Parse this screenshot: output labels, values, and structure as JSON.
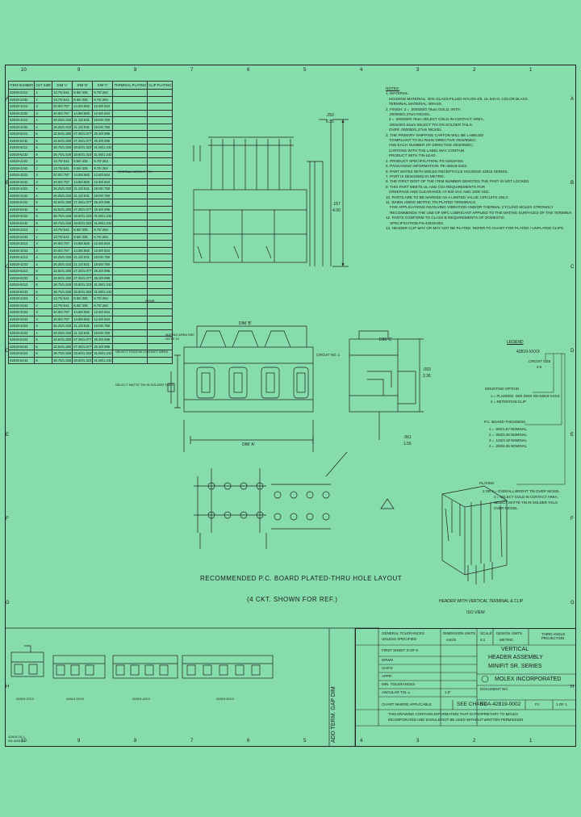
{
  "zones": {
    "top": [
      "10",
      "9",
      "8",
      "7",
      "6",
      "5",
      "4",
      "3",
      "2",
      "1"
    ],
    "side": [
      "A",
      "B",
      "C",
      "D",
      "E",
      "F",
      "G",
      "H"
    ]
  },
  "table": {
    "headers": [
      "ITEM NUMBER",
      "CKT SIZE",
      "DIM 'A'",
      "DIM 'B'",
      "DIM 'C'",
      "TERMINAL PLATING",
      "CLIP PLATING"
    ],
    "rows": [
      [
        "42819-2212",
        "2",
        "13.75/.541",
        "8.50/.335",
        "6.70/.264"
      ],
      [
        "42819-2232",
        "2",
        "13.75/.541",
        "8.50/.335",
        "6.70/.264"
      ],
      [
        "42819-3212",
        "3",
        "20.00/.787",
        "14.85/.583",
        "12.80/.504"
      ],
      [
        "42819-3232",
        "3",
        "20.00/.787",
        "14.85/.583",
        "12.80/.504"
      ],
      [
        "42819-4212",
        "4",
        "26.25/1.033",
        "21.10/.831",
        "19.05/.750"
      ],
      [
        "42819-4232",
        "4",
        "26.25/1.033",
        "21.10/.831",
        "19.05/.750"
      ],
      [
        "42819-5212",
        "5",
        "32.50/1.280",
        "27.35/1.077",
        "25.30/.996"
      ],
      [
        "42819-5232",
        "5",
        "32.50/1.280",
        "27.35/1.077",
        "25.30/.996"
      ],
      [
        "42819-6212",
        "6",
        "38.75/1.526",
        "33.60/1.323",
        "31.55/1.242"
      ],
      [
        "42819-6232",
        "6",
        "38.75/1.526",
        "33.60/1.323",
        "31.55/1.242"
      ],
      [
        "42819-2222",
        "2",
        "13.75/.541",
        "8.50/.335",
        "6.70/.264"
      ],
      [
        "42819-2242",
        "2",
        "13.75/.541",
        "8.50/.335",
        "6.70/.264"
      ],
      [
        "42819-3222",
        "3",
        "20.00/.787",
        "14.85/.583",
        "12.80/.504"
      ],
      [
        "42819-3242",
        "3",
        "20.00/.787",
        "14.85/.583",
        "12.80/.504"
      ],
      [
        "42819-4222",
        "4",
        "26.25/1.033",
        "21.10/.831",
        "19.05/.750"
      ],
      [
        "42819-4242",
        "4",
        "26.25/1.033",
        "21.10/.831",
        "19.05/.750"
      ],
      [
        "42819-5222",
        "5",
        "32.50/1.280",
        "27.35/1.077",
        "25.30/.996"
      ],
      [
        "42819-5242",
        "5",
        "32.50/1.280",
        "27.35/1.077",
        "25.30/.996"
      ],
      [
        "42819-6222",
        "6",
        "38.75/1.526",
        "33.60/1.323",
        "31.55/1.242"
      ],
      [
        "42819-6242",
        "6",
        "38.75/1.526",
        "33.60/1.323",
        "31.55/1.242"
      ],
      [
        "42819-2213",
        "2",
        "13.75/.541",
        "8.50/.335",
        "6.70/.264"
      ],
      [
        "42819-2233",
        "2",
        "13.75/.541",
        "8.50/.335",
        "6.70/.264"
      ],
      [
        "42819-3213",
        "3",
        "20.00/.787",
        "14.85/.583",
        "12.80/.504"
      ],
      [
        "42819-3233",
        "3",
        "20.00/.787",
        "14.85/.583",
        "12.80/.504"
      ],
      [
        "42819-4213",
        "4",
        "26.25/1.033",
        "21.10/.831",
        "19.05/.750"
      ],
      [
        "42819-4233",
        "4",
        "26.25/1.033",
        "21.10/.831",
        "19.05/.750"
      ],
      [
        "42819-5213",
        "5",
        "32.50/1.280",
        "27.35/1.077",
        "25.30/.996"
      ],
      [
        "42819-5233",
        "5",
        "32.50/1.280",
        "27.35/1.077",
        "25.30/.996"
      ],
      [
        "42819-6213",
        "6",
        "38.75/1.526",
        "33.60/1.323",
        "31.55/1.242"
      ],
      [
        "42819-6233",
        "6",
        "38.75/1.526",
        "33.60/1.323",
        "31.55/1.242"
      ],
      [
        "42819-2223",
        "2",
        "13.75/.541",
        "8.50/.335",
        "6.70/.264"
      ],
      [
        "42819-2243",
        "2",
        "13.75/.541",
        "8.50/.335",
        "6.70/.264"
      ],
      [
        "42819-3223",
        "3",
        "20.00/.787",
        "14.85/.583",
        "12.80/.504"
      ],
      [
        "42819-3243",
        "3",
        "20.00/.787",
        "14.85/.583",
        "12.80/.504"
      ],
      [
        "42819-4223",
        "4",
        "26.25/1.033",
        "21.10/.831",
        "19.05/.750"
      ],
      [
        "42819-4243",
        "4",
        "26.25/1.033",
        "21.10/.831",
        "19.05/.750"
      ],
      [
        "42819-5223",
        "5",
        "32.50/1.280",
        "27.35/1.077",
        "25.30/.996"
      ],
      [
        "42819-5243",
        "5",
        "32.50/1.280",
        "27.35/1.077",
        "25.30/.996"
      ],
      [
        "42819-6223",
        "6",
        "38.75/1.526",
        "33.60/1.323",
        "31.55/1.242"
      ],
      [
        "42819-6243",
        "6",
        "38.75/1.526",
        "33.60/1.323",
        "31.55/1.242"
      ]
    ],
    "plating_labels": [
      "OVERALL BRIGHT TIN",
      "SELECT GOLD IN CONTACT AREA",
      "SELECT MATTE TIN IN SOLDER TAILS",
      "NONE"
    ]
  },
  "notes": {
    "title": "NOTES:",
    "lines": [
      "1. MATERIAL:",
      "   HOUSING MATERIAL: 30% GLASS-FILLED NYLON 4/6, UL 94V-0, COLOR BLACK.",
      "   TERMINAL MATERIAL: BRASS.",
      "2. FINISH: 2 = .000030/0.76um GOLD, WITH",
      "   .000050/1.27um NICKEL.",
      "   3 = .000030/0.76um SELECT GOLD IN CONTACT AREA,",
      "   .000100/2.54um SELECT TIN ON SOLDER TAILS.",
      "   OVER .000050/1.27um NICKEL.",
      "3. THE PRIMARY SHIPPING CARTON WILL BE LABELED",
      "   'COMPLIANT TO EU RoHS DIRECTIVE 2002/95/EC',",
      "   AND EACH NUMBER OF DIRECTIVE 2002/95/EC,",
      "   CARTONS WITH THE LABEL MAY CONTAIN",
      "   PRODUCT WITH TIN-LEAD.",
      "4. PRODUCT SPECIFICATION: PS-42819-001.",
      "5. PACKAGING INFORMATION: PK-42819-2203.",
      "6. PART MATES WITH MOLEX RECEPTACLE HOUSING 42816 SERIES.",
      "7. PART IS DESIGNED IN METRIC.",
      "8. THE FIRST DIGIT OF THE ITEM NUMBER DENOTES THE PART IS NOT LOCKED.",
      "9. THIS PART MEETS UL AND CSA REQUIREMENTS FOR",
      "   CREEPAGE AND CLEARANCE AT 600 VAC AND 1000 VDC.",
      "10. PARTS ARE TO BE MARKED AS A LIMITED VALUE CIRCUITS ONLY.",
      "11. WHEN USING METRIC TIN PLATED TERMINALS,",
      "    FOR APPLICATIONS INVOLVING VIBRATION AND/OR THERMAL CYCLING MOLEX STRONGLY",
      "    RECOMMENDS THE USE OF MPC LUBRICANT APPLIED TO THE MATING SURFACES OF THE TERMINAL.",
      "12. PARTS CONFORM TO CLASS B REQUIREMENTS OF DOMESTIC",
      "    SPECIFICATION PS-42819-002.",
      "13. HEADER CLIP MAY OR MAY NOT BE PLATED. REFER TO CHART FOR PLATED / UNPLATED CLIPS."
    ]
  },
  "legend": {
    "title": "LEGEND",
    "code": "42819-XXXX",
    "circuits": "CIRCUIT SIZE",
    "circuits_range": "2-6",
    "mounting_title": "MOUNTING OPTION",
    "mounting": [
      "1 = FLANGED, SEE DWG SD-42819-XXXX",
      "2 = RETENTION CLIP"
    ],
    "pcb_title": "P.C. BOARD THICKNESS",
    "pcb": [
      "1 = .062/1.57 NOMINAL",
      "2 = .093/2.36 NOMINAL",
      "3 = .125/3.18 NOMINAL",
      "4 = .250/6.35 NOMINAL"
    ],
    "plating_title": "PLATING",
    "plating": [
      "2 OR 3 = OVERALL BRIGHT TIN OVER NICKEL",
      "3 = SELECT GOLD IN CONTACT AREA,",
      "    SELECT MATTE TIN IN SOLDER TAILS",
      "    OVER NICKEL"
    ]
  },
  "drawing": {
    "layout_title": "RECOMMENDED P.C. BOARD PLATED-THRU HOLE LAYOUT",
    "layout_subtitle": "(4 CKT. SHOWN FOR REF.)",
    "iso_caption": "HEADER WITH VERTICAL TERMINAL & CLIP",
    "iso_view": "ISO VIEW",
    "mating_label": "MATING AREA SEE NOTE 13",
    "circuit1": "CIRCUIT NO. 1",
    "dims": [
      ".250",
      "6.35",
      ".157",
      "4.00",
      ".093",
      "2.36",
      ".061",
      "1.55"
    ],
    "dim_a": "DIM 'A'",
    "dim_b": "DIM 'B'",
    "dim_c": "DIM 'C'",
    "bottom_parts": [
      "42819-22XX",
      "42819-32XX",
      "42819-42XX",
      "42819-52XX"
    ],
    "bottom_left_label": "42819-2X-1\nSD-42819-1"
  },
  "title_block": {
    "first_sheet": "FIRST SHEET: 8 OF 8",
    "general_tol": "GENERAL TOLERANCES",
    "unless": "UNLESS SPECIFIED",
    "dimensions": "DIMENSION UNITS",
    "units": "mm/in",
    "scale_label": "SCALE",
    "scale": "4:1",
    "design_units": "DESIGN UNITS",
    "metric": "METRIC",
    "projection": "THIRD ANGLE PROJECTION",
    "title1": "VERTICAL",
    "title2": "HEADER ASSEMBLY",
    "title3": "MINIFIT SR. SERIES",
    "company": "MOLEX INCORPORATED",
    "drawing_label": "DOCUMENT NO.",
    "chart": "SEE CHART",
    "doc_number": "SDA-42819-0002",
    "sheet": "1 OF 1",
    "chart_where": "CHART WHERE APPLICABLE",
    "fineness": "MIN. TOLERANCES",
    "angular": "ANGULAR TOL ±",
    "angular_val": "1.0°",
    "prop1": "THIS DRAWING CONTAINS INFORMATION THAT IS PROPRIETARY TO MOLEX",
    "prop2": "INCORPORATED AND SHOULD NOT BE USED WITHOUT WRITTEN PERMISSION",
    "drawn_by": "DRWN",
    "checked_by": "CHK'D",
    "approved": "APPR",
    "revision_side": "ADD TERM. GAP DIM",
    "rev_letter": "F1"
  },
  "colors": {
    "paper": "#86dcaa",
    "ink": "#1b1b1b"
  }
}
